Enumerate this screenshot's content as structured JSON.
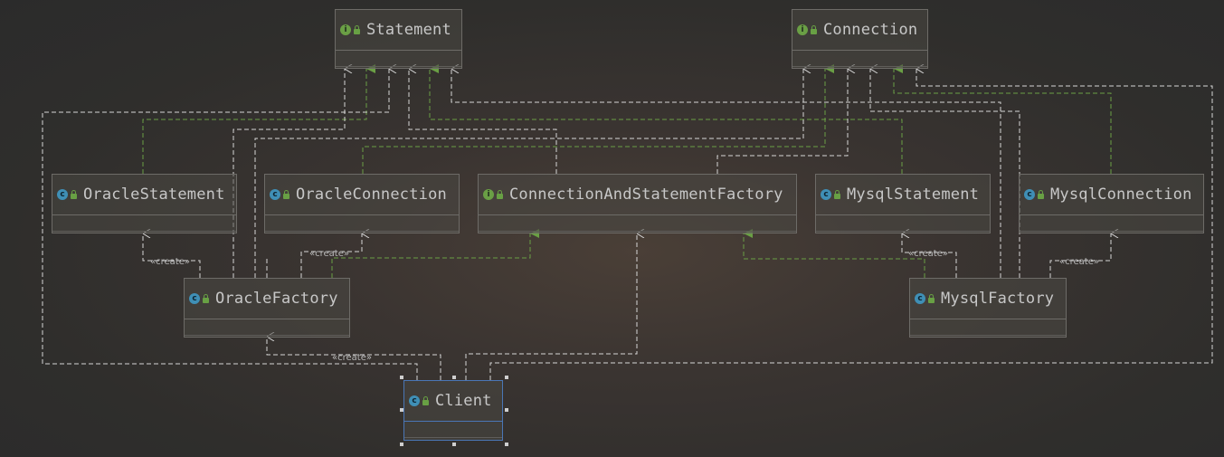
{
  "diagram": {
    "nodes": [
      {
        "id": "statement",
        "name": "Statement",
        "kind": "interface"
      },
      {
        "id": "connection",
        "name": "Connection",
        "kind": "interface"
      },
      {
        "id": "oracle_statement",
        "name": "OracleStatement",
        "kind": "class"
      },
      {
        "id": "oracle_connection",
        "name": "OracleConnection",
        "kind": "class"
      },
      {
        "id": "factory",
        "name": "ConnectionAndStatementFactory",
        "kind": "interface"
      },
      {
        "id": "mysql_statement",
        "name": "MysqlStatement",
        "kind": "class"
      },
      {
        "id": "mysql_connection",
        "name": "MysqlConnection",
        "kind": "class"
      },
      {
        "id": "oracle_factory",
        "name": "OracleFactory",
        "kind": "class"
      },
      {
        "id": "mysql_factory",
        "name": "MysqlFactory",
        "kind": "class"
      },
      {
        "id": "client",
        "name": "Client",
        "kind": "class",
        "selected": true
      }
    ],
    "edge_labels": {
      "create": "«create»"
    },
    "colors": {
      "realization": "#6a9f45",
      "dependency": "#d6d6d6",
      "selection": "#4a76b5",
      "interface_icon": "#6a9f45",
      "class_icon": "#3f8fb6"
    }
  }
}
